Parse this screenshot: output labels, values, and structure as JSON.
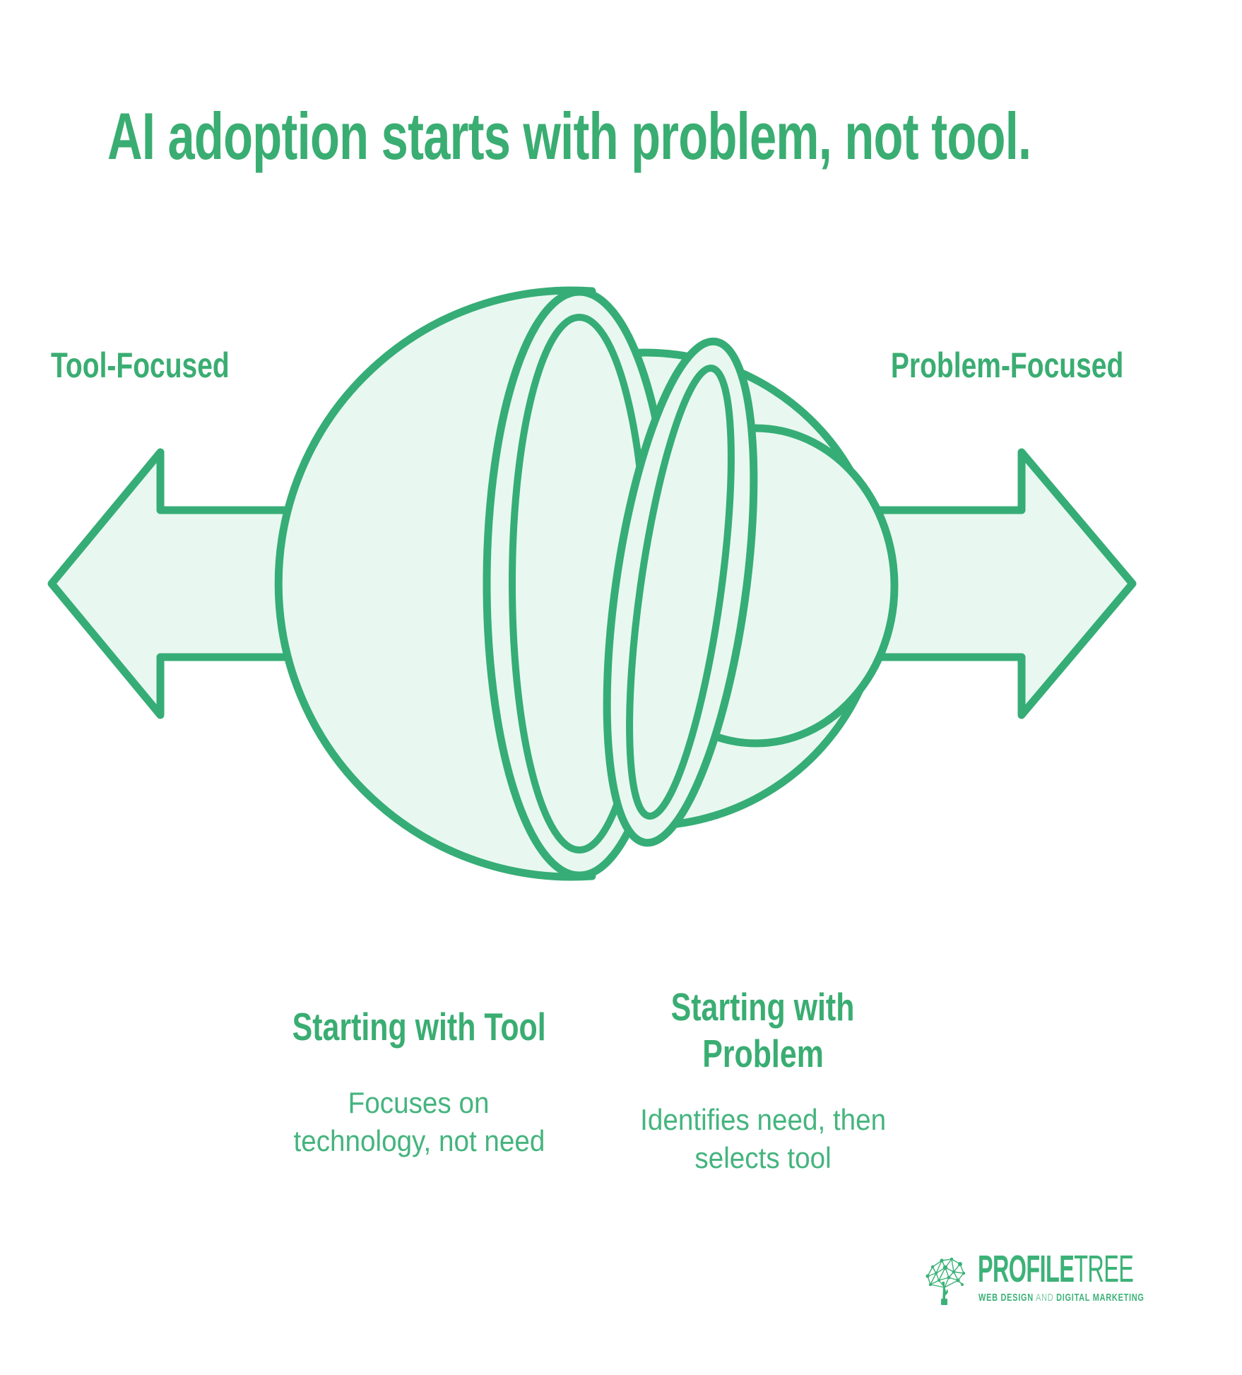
{
  "title": "AI adoption starts with problem, not tool.",
  "axis": {
    "left_label": "Tool-Focused",
    "right_label": "Problem-Focused"
  },
  "columns": {
    "left": {
      "heading": "Starting with Tool",
      "body_lines": [
        "Focuses on",
        "technology, not need"
      ]
    },
    "right": {
      "heading_lines": [
        "Starting with",
        "Problem"
      ],
      "body_lines": [
        "Identifies need, then",
        "selects tool"
      ]
    }
  },
  "figure": {
    "icon": "layered-sphere-double-arrow-icon",
    "description_left_direction": "left",
    "description_right_direction": "right"
  },
  "logo": {
    "icon": "network-tree-icon",
    "brand_bold": "PROFILE",
    "brand_light": "TREE",
    "tagline": {
      "part1": "WEB DESIGN",
      "conjunction": "AND",
      "part2": "DIGITAL MARKETING"
    }
  },
  "colors": {
    "heading_green": "#3aad72",
    "body_green": "#45b47e",
    "outline_green": "#36ad76",
    "mint_fill": "#e8f8f0",
    "logo_green": "#3cb278",
    "background": "#ffffff"
  }
}
